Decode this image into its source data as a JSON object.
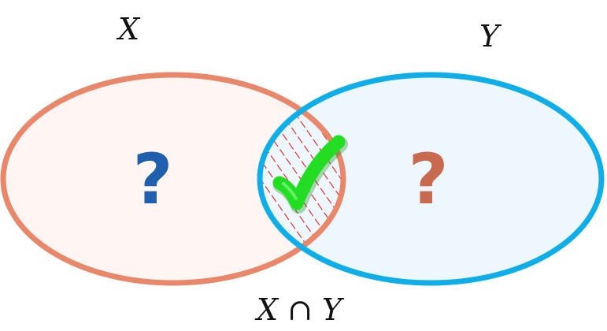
{
  "labels": {
    "set_x": "X",
    "set_y": "Y",
    "intersection": "X ∩ Y"
  },
  "marks": {
    "set_x_unknown": "?",
    "set_y_unknown": "?",
    "intersection_icon": "checkmark-icon"
  },
  "colors": {
    "set_x_stroke": "#e8876a",
    "set_x_fill": "#fff6f4",
    "set_y_stroke": "#10aee8",
    "set_y_fill": "#eef7fd",
    "hatch": "#e02020",
    "check": "#22dd22",
    "question_x": "#1f5fae",
    "question_y": "#c86a4f"
  }
}
